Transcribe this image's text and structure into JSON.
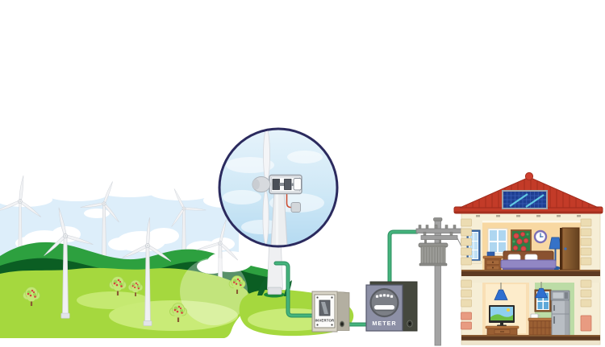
{
  "diagram": {
    "type": "illustration-diagram",
    "subject": "Wind turbines generating electricity for a house",
    "flow": [
      "wind-turbines",
      "invertor",
      "meter",
      "utility-pole-transformer",
      "house-with-solar-panel"
    ],
    "labels": {
      "invertor": "INVERTOR",
      "meter": "METER"
    },
    "counts": {
      "wind_turbines": 7,
      "trees": 5,
      "meter_dial_marks": 5
    },
    "colors": {
      "wire-green": "#45b47d",
      "wire-green-dark": "#2e9162",
      "grass-light": "#a5d83e",
      "grass-highlight": "#c9eb77",
      "hill-mid": "#2da03f",
      "hill-dark": "#0b5e23",
      "sky-blue": "#ddeefa",
      "circle-border": "#2b2a5e",
      "roof-red": "#c33b28",
      "roof-red-dark": "#9e2b1c",
      "solar-blue": "#1e3f92",
      "wall-cream": "#f6eed6",
      "bedroom-wall": "#f8d8a2",
      "kitchen-wall": "#bcdca6",
      "living-wall": "#f9dfb5",
      "meter-panel": "#8d90a6",
      "meter-body": "#45483e",
      "invertor-body": "#dad6c8",
      "pole-gray": "#a3a3a3",
      "turbine-white": "#f2f3f5"
    }
  }
}
